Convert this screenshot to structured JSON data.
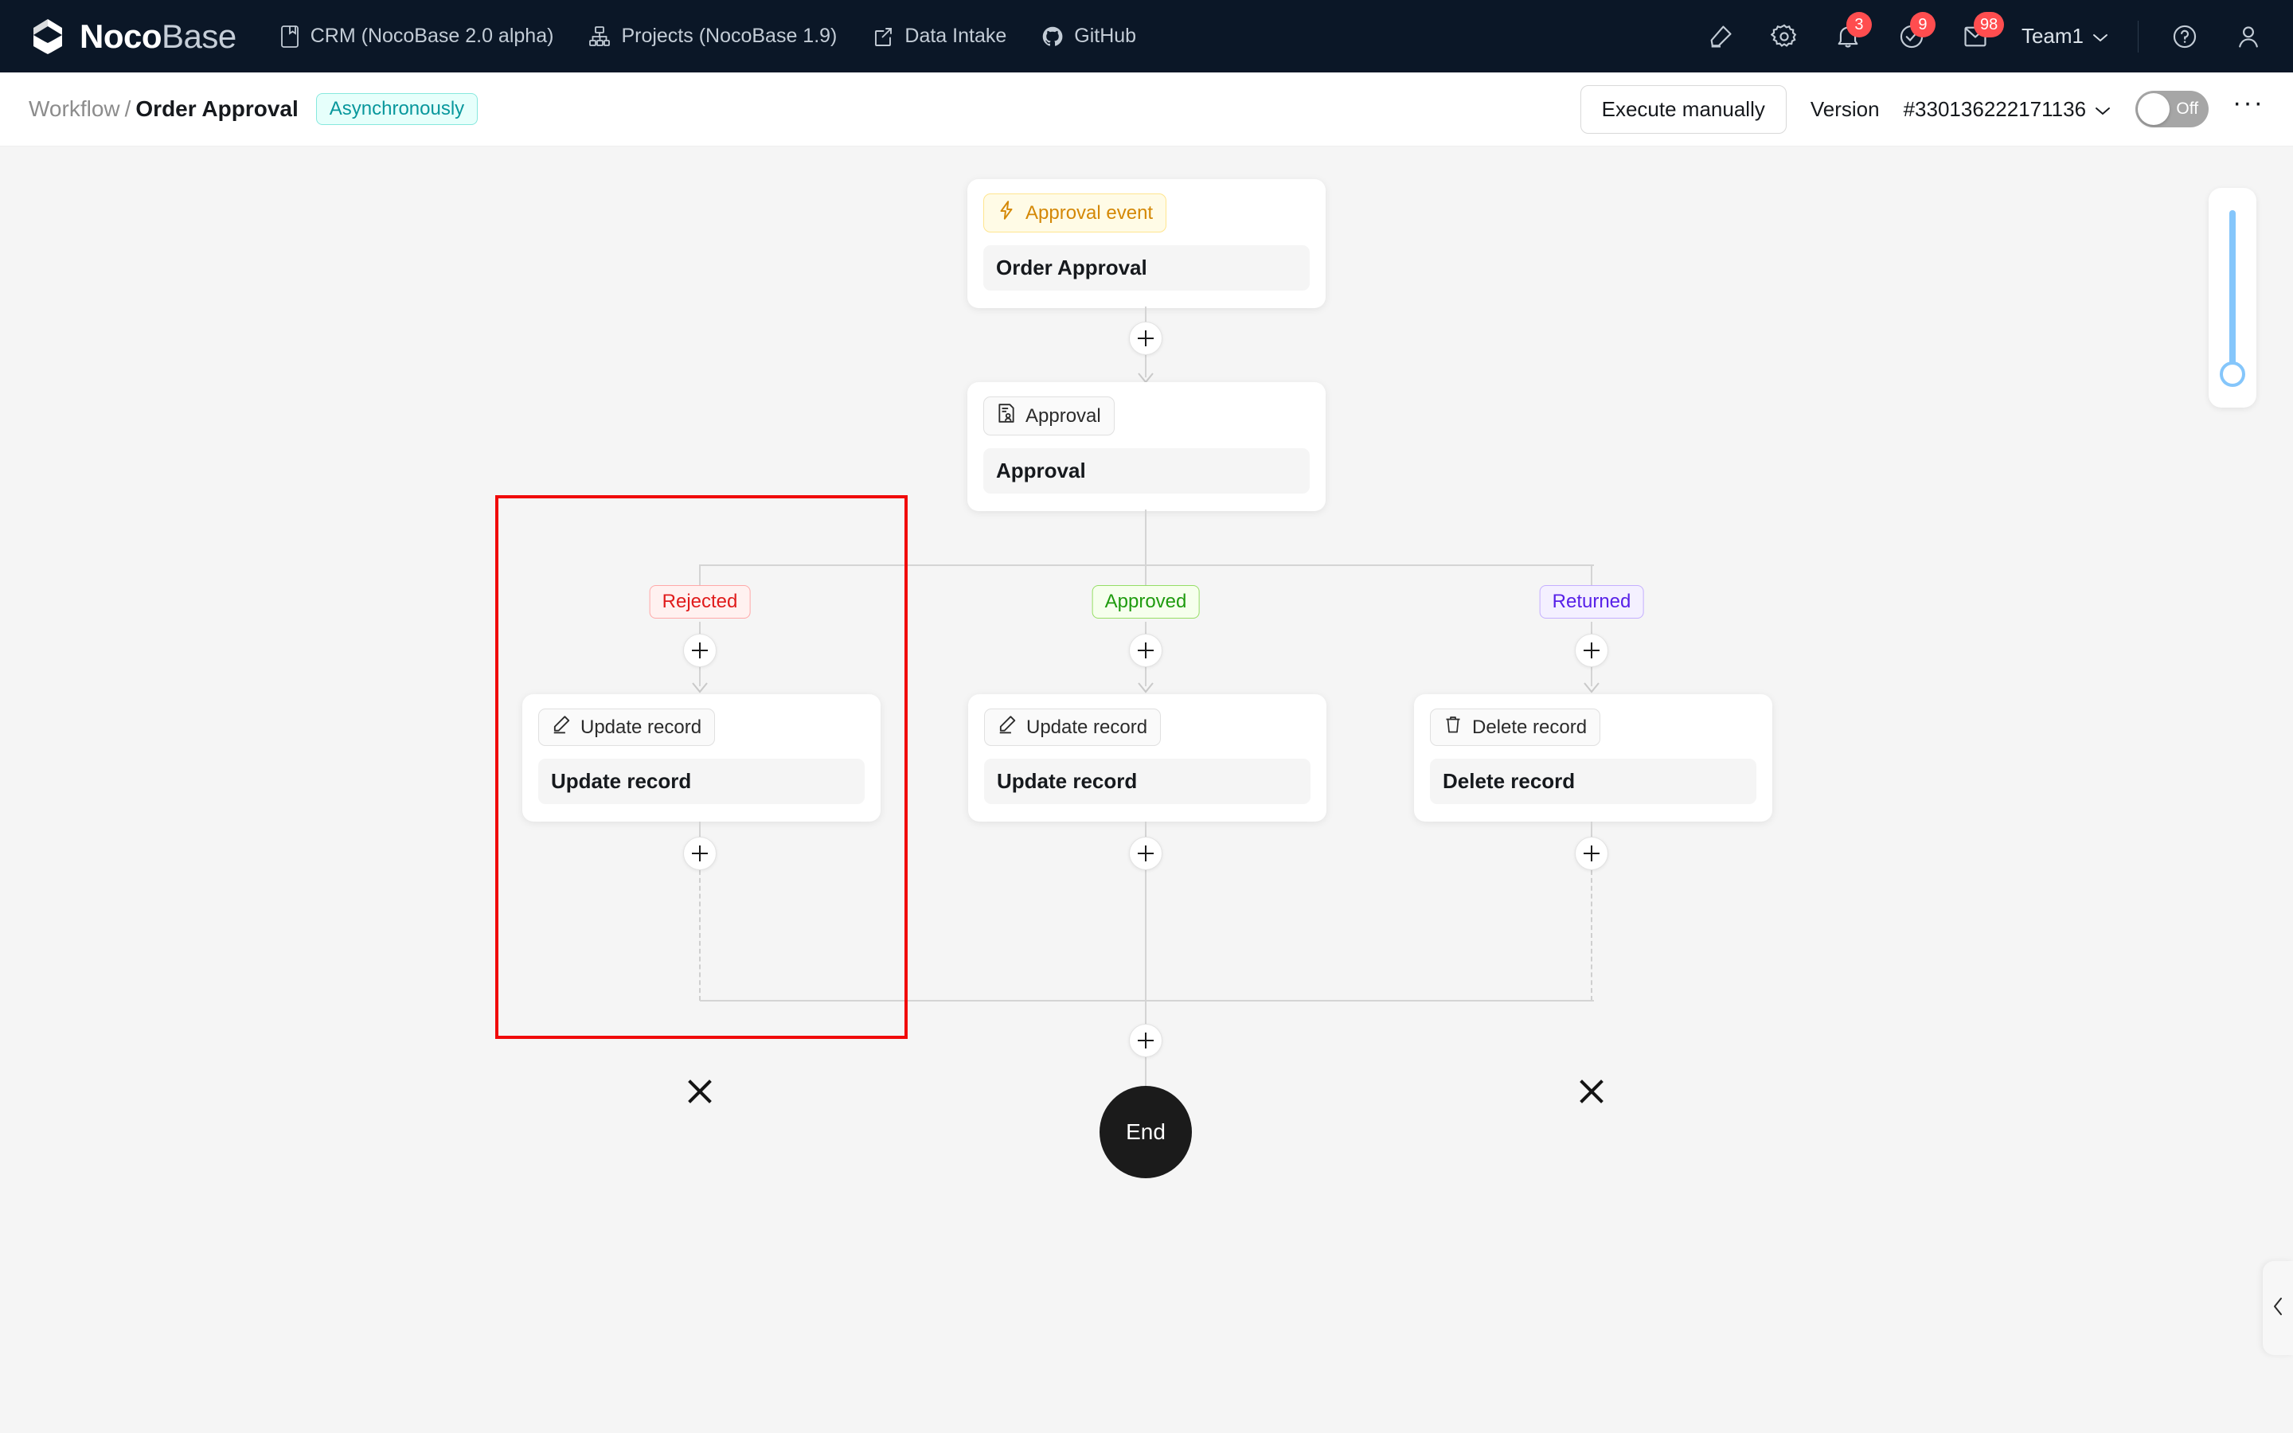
{
  "topbar": {
    "logo": {
      "first": "Noco",
      "second": "Base",
      "icon": "nocobase-logo-icon"
    },
    "nav_items": [
      {
        "label": "CRM (NocoBase 2.0 alpha)",
        "icon": "book-icon"
      },
      {
        "label": "Projects (NocoBase 1.9)",
        "icon": "sitemap-icon"
      },
      {
        "label": "Data Intake",
        "icon": "external-link-icon"
      },
      {
        "label": "GitHub",
        "icon": "github-icon"
      }
    ],
    "actions": [
      {
        "icon": "highlighter-icon",
        "badge": ""
      },
      {
        "icon": "gear-icon",
        "badge": ""
      },
      {
        "icon": "bell-icon",
        "badge": "3"
      },
      {
        "icon": "check-circle-icon",
        "badge": "9"
      },
      {
        "icon": "inbox-icon",
        "badge": "98"
      }
    ],
    "team_label": "Team1",
    "help_icon": "help-circle-icon",
    "avatar_icon": "user-icon"
  },
  "subbar": {
    "breadcrumb_parent": "Workflow",
    "breadcrumb_sep": "/",
    "breadcrumb_current": "Order Approval",
    "mode_tag": "Asynchronously",
    "execute_label": "Execute manually",
    "version_label": "Version",
    "version_value": "#330136222171136",
    "toggle_state": "Off",
    "more_label": "···"
  },
  "flow": {
    "trigger": {
      "badge": "Approval event",
      "badge_icon": "lightning-icon",
      "title": "Order Approval"
    },
    "approval": {
      "badge": "Approval",
      "badge_icon": "approval-doc-icon",
      "title": "Approval"
    },
    "branches": [
      {
        "label": "Rejected",
        "color": "#e01b1b",
        "node": {
          "badge": "Update record",
          "badge_icon": "pencil-icon",
          "title": "Update record"
        },
        "has_close": true
      },
      {
        "label": "Approved",
        "color": "#1f9b0f",
        "node": {
          "badge": "Update record",
          "badge_icon": "pencil-icon",
          "title": "Update record"
        },
        "has_close": false
      },
      {
        "label": "Returned",
        "color": "#5720e8",
        "node": {
          "badge": "Delete record",
          "badge_icon": "trash-icon",
          "title": "Delete record"
        },
        "has_close": true
      }
    ],
    "end_label": "End"
  },
  "overlay": {
    "highlight_color": "#f00a0a"
  },
  "controls": {
    "zoom_slider": "zoom-slider",
    "collapse_icon": "chevron-left-icon"
  }
}
